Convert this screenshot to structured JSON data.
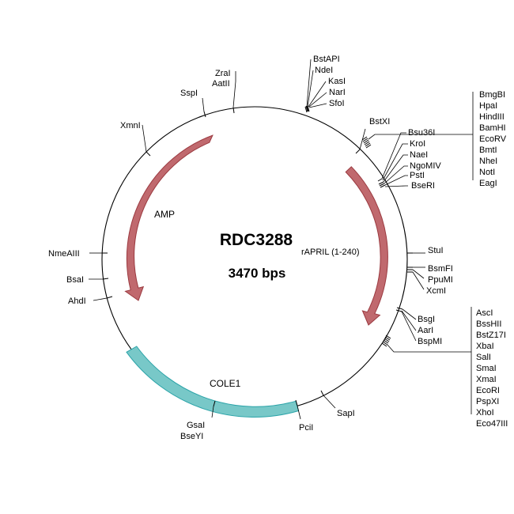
{
  "plasmid": {
    "name": "RDC3288",
    "size_label": "3470 bps"
  },
  "features": [
    {
      "id": "amp",
      "label": "AMP",
      "color": "#c0696e",
      "stroke": "#9b3a40"
    },
    {
      "id": "raprilinsert",
      "label": "rAPRIL (1-240)",
      "color": "#c0696e",
      "stroke": "#9b3a40"
    },
    {
      "id": "cole1",
      "label": "COLE1",
      "color": "#78c8c8",
      "stroke": "#2aa3a8"
    }
  ],
  "sites": [
    "BstAPI",
    "NdeI",
    "KasI",
    "NarI",
    "SfoI",
    "ZraI",
    "AatII",
    "SspI",
    "XmnI",
    "BstXI",
    "Bsu36I",
    "KroI",
    "NaeI",
    "NgoMIV",
    "PstI",
    "BseRI",
    "BmgBI",
    "HpaI",
    "HindIII",
    "BamHI",
    "EcoRV",
    "BmtI",
    "NheI",
    "NotI",
    "EagI",
    "StuI",
    "BsmFI",
    "PpuMI",
    "XcmI",
    "BsgI",
    "AarI",
    "BspMI",
    "AscI",
    "BssHII",
    "BstZ17I",
    "XbaI",
    "SalI",
    "SmaI",
    "XmaI",
    "EcoRI",
    "PspXI",
    "XhoI",
    "Eco47III",
    "SapI",
    "PciI",
    "GsaI",
    "BseYI",
    "NmeAIII",
    "BsaI",
    "AhdI"
  ]
}
